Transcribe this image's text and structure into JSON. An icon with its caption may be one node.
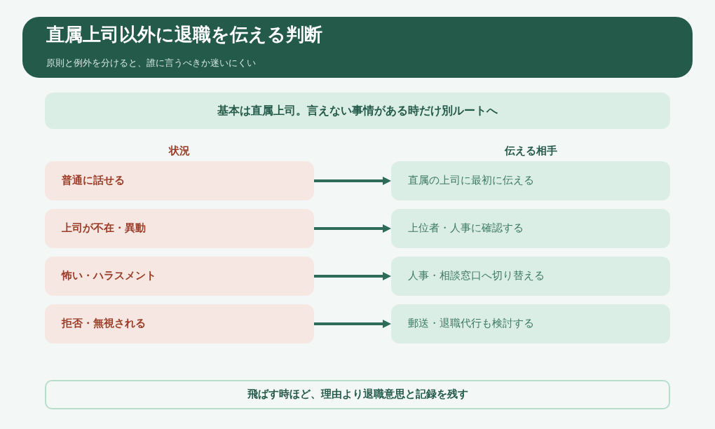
{
  "diagram": {
    "title": "直属上司以外に退職を伝える判断",
    "nodes": [
      {
        "text": [
          "基本は直属上司。言えない事情がある時だけ別ルートへ"
        ]
      },
      {
        "text": [
          "普通に話せる"
        ]
      },
      {
        "text": [
          "直属の上司に最初に伝える"
        ]
      },
      {
        "text": [
          "上司が不在・異動"
        ]
      },
      {
        "text": [
          "上位者・人事に確認する"
        ]
      },
      {
        "text": [
          "怖い・ハラスメント"
        ]
      },
      {
        "text": [
          "人事・相談窓口へ切り替える"
        ]
      },
      {
        "text": [
          "拒否・無視される"
        ]
      },
      {
        "text": [
          "郵送・退職代行も検討する"
        ]
      },
      {
        "text": [
          "飛ばす時ほど、理由より退職意思と記録を残す"
        ]
      }
    ],
    "edges": [
      {
        "from": 1,
        "to": 2,
        "arrow": "to"
      },
      {
        "from": 3,
        "to": 4,
        "arrow": "to"
      },
      {
        "from": 5,
        "to": 6,
        "arrow": "to"
      },
      {
        "from": 7,
        "to": 8,
        "arrow": "to"
      }
    ],
    "labels": [
      "原則と例外を分けると、誰に言うべきか迷いにくい",
      "状況",
      "伝える相手"
    ]
  }
}
